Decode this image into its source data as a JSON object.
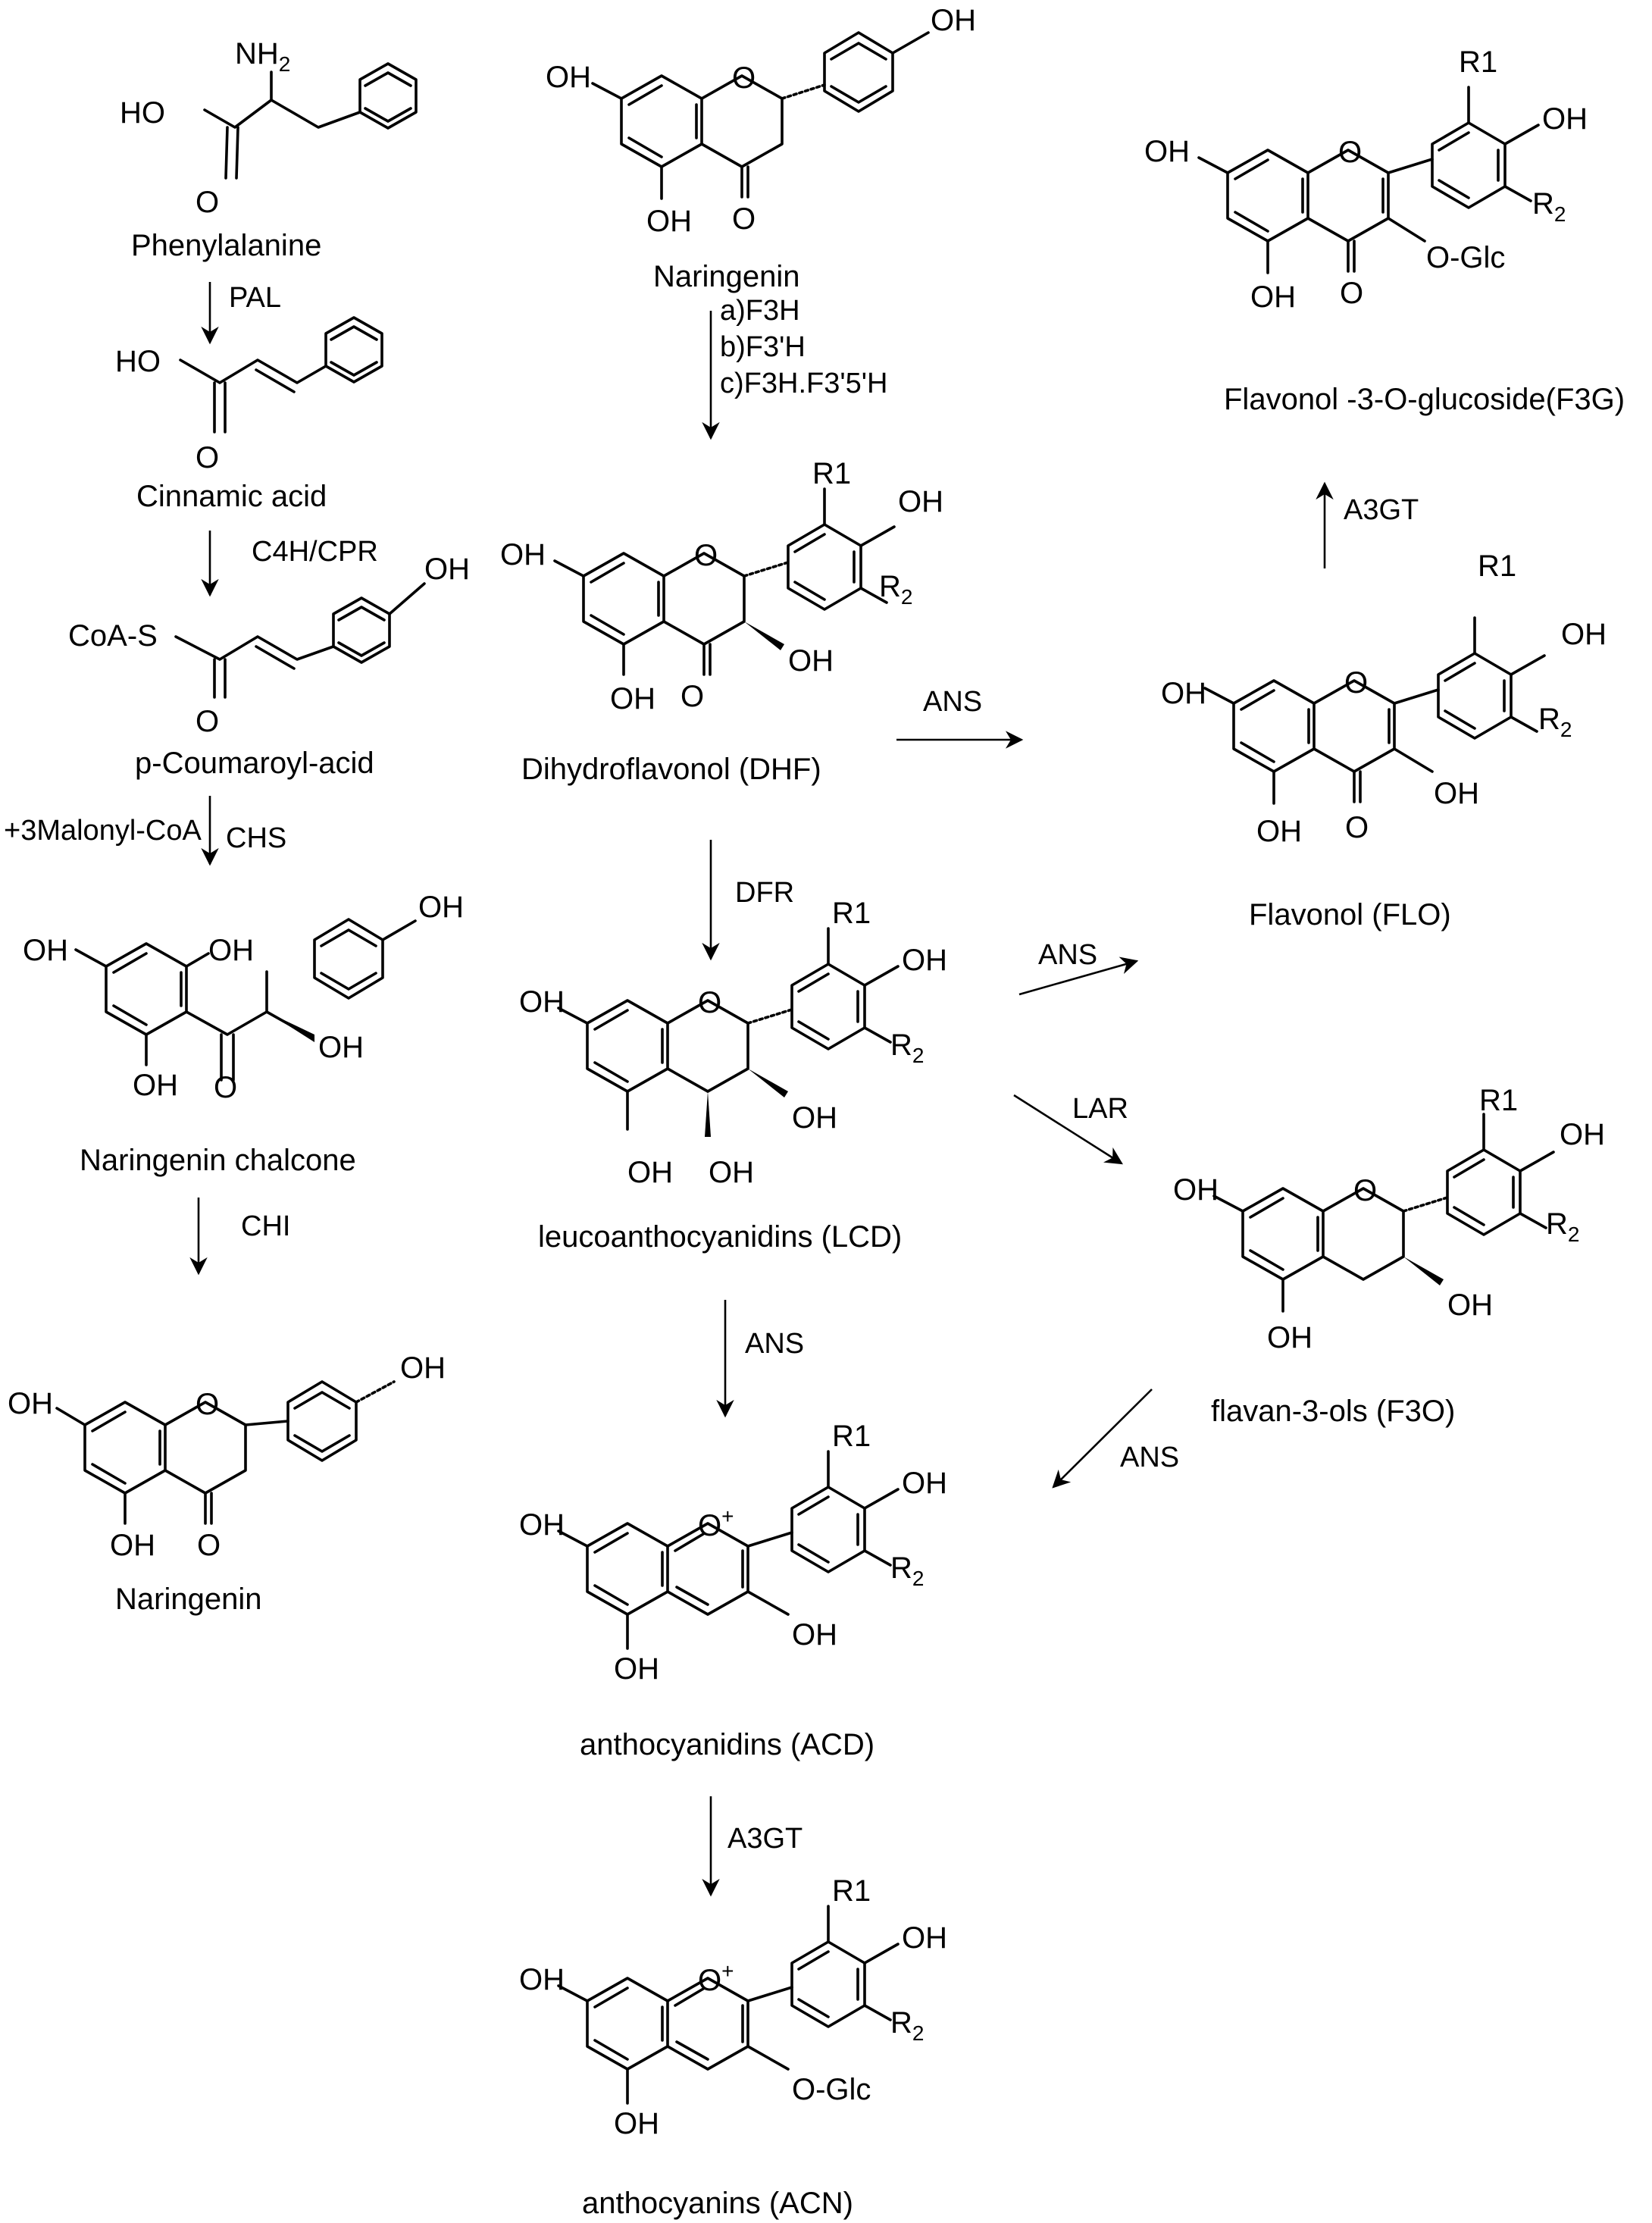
{
  "compounds": {
    "phenylalanine": {
      "name": "Phenylalanine",
      "nh2": "NH",
      "nh2_sub": "2",
      "ho": "HO",
      "o": "O"
    },
    "cinnamic_acid": {
      "name": "Cinnamic acid",
      "ho": "HO",
      "o": "O"
    },
    "coumaroyl": {
      "name": "p-Coumaroyl-acid",
      "coa": "CoA-S",
      "oh": "OH",
      "o": "O"
    },
    "chalcone": {
      "name": "Naringenin chalcone",
      "oh1": "OH",
      "oh2": "OH",
      "oh3": "OH",
      "oh4": "OH",
      "oh5": "OH",
      "o": "O"
    },
    "naringenin_left": {
      "name": "Naringenin",
      "oh1": "OH",
      "oh2": "OH",
      "oh3": "OH",
      "o_ring": "O",
      "o": "O"
    },
    "naringenin_top": {
      "name": "Naringenin",
      "oh1": "OH",
      "oh2": "OH",
      "oh3": "OH",
      "o_ring": "O",
      "o": "O"
    },
    "dhf": {
      "name": "Dihydroflavonol (DHF)",
      "oh1": "OH",
      "oh2": "OH",
      "oh3": "OH",
      "oh4": "OH",
      "o_ring": "O",
      "o": "O",
      "r1": "R1",
      "r2": "R",
      "r2_sub": "2"
    },
    "lcd": {
      "name": "leucoanthocyanidins (LCD)",
      "oh1": "OH",
      "oh2": "OH",
      "oh3": "OH",
      "oh4": "OH",
      "oh5": "OH",
      "o_ring": "O",
      "r1": "R1",
      "r2": "R",
      "r2_sub": "2"
    },
    "acd": {
      "name": "anthocyanidins (ACD)",
      "oh1": "OH",
      "oh2": "OH",
      "oh3": "OH",
      "oh4": "OH",
      "o_ring": "O",
      "plus": "+",
      "r1": "R1",
      "r2": "R",
      "r2_sub": "2"
    },
    "acn": {
      "name": "anthocyanins (ACN)",
      "oh1": "OH",
      "oh2": "OH",
      "oh3": "OH",
      "oglc": "O-Glc",
      "o_ring": "O",
      "plus": "+",
      "r1": "R1",
      "r2": "R",
      "r2_sub": "2"
    },
    "f3g": {
      "name": "Flavonol -3-O-glucoside(F3G)",
      "oh1": "OH",
      "oh2": "OH",
      "oh3": "OH",
      "oglc": "O-Glc",
      "o_ring": "O",
      "o": "O",
      "r1": "R1",
      "r2": "R",
      "r2_sub": "2"
    },
    "flo": {
      "name": "Flavonol (FLO)",
      "oh1": "OH",
      "oh2": "OH",
      "oh3": "OH",
      "oh4": "OH",
      "o_ring": "O",
      "o": "O",
      "r1": "R1",
      "r2": "R",
      "r2_sub": "2"
    },
    "f3o": {
      "name": "flavan-3-ols (F3O)",
      "oh1": "OH",
      "oh2": "OH",
      "oh3": "OH",
      "oh4": "OH",
      "o_ring": "O",
      "r1": "R1",
      "r2": "R",
      "r2_sub": "2"
    }
  },
  "enzymes": {
    "pal": "PAL",
    "c4h": "C4H/CPR",
    "malonyl": "+3Malonyl-CoA",
    "chs": "CHS",
    "chi": "CHI",
    "f3h_a": "a)F3H",
    "f3h_b": "b)F3'H",
    "f3h_c": "c)F3H.F3'5'H",
    "ans_dhf": "ANS",
    "dfr": "DFR",
    "ans_lcd_flo": "ANS",
    "lar": "LAR",
    "ans_lcd_acd": "ANS",
    "ans_f3o": "ANS",
    "a3gt_acd": "A3GT",
    "a3gt_flo": "A3GT"
  }
}
